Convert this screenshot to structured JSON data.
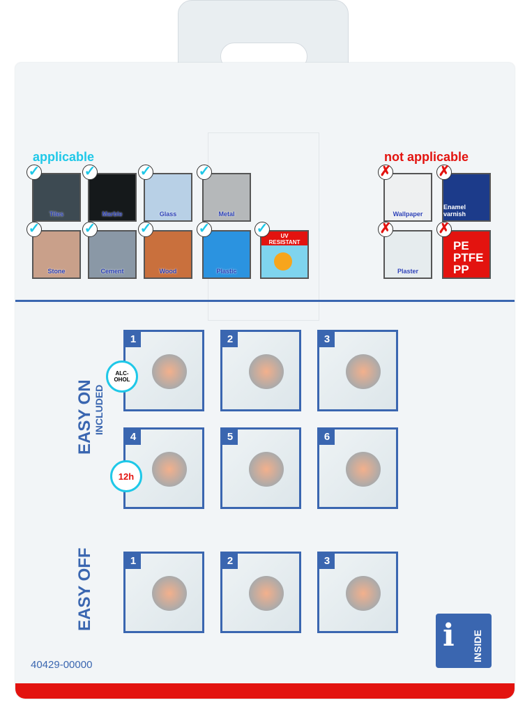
{
  "applicable": {
    "title": "applicable",
    "items": [
      {
        "label": "Tiles",
        "color": "#3d4a52"
      },
      {
        "label": "Marble",
        "color": "#15191b"
      },
      {
        "label": "Glass",
        "color": "#b8d0e6"
      },
      {
        "label": "Metal",
        "color": "#b5b8ba"
      },
      {
        "label": "Stone",
        "color": "#c9a08a"
      },
      {
        "label": "Cement",
        "color": "#8a98a6"
      },
      {
        "label": "Wood",
        "color": "#c9703d"
      },
      {
        "label": "Plastic",
        "color": "#2b93e0"
      }
    ],
    "uv": {
      "line1": "UV",
      "line2": "RESISTANT"
    }
  },
  "not_applicable": {
    "title": "not applicable",
    "items": [
      {
        "label": "Wallpaper",
        "color": "#eef0f1"
      },
      {
        "label": "Enamel varnish",
        "color": "#1c3b8a"
      },
      {
        "label": "Plaster",
        "color": "#e6ecee"
      }
    ],
    "plastics": [
      "PE",
      "PTFE",
      "PP"
    ]
  },
  "easy_on": {
    "title": "EASY ON",
    "subtitle": "INCLUDED",
    "steps": [
      "1",
      "2",
      "3",
      "4",
      "5",
      "6"
    ],
    "alcohol": "ALC-OHOL",
    "time": "12h"
  },
  "easy_off": {
    "title": "EASY OFF",
    "steps": [
      "1",
      "2",
      "3"
    ]
  },
  "article_code": "40429-00000",
  "inside_label": "INSIDE"
}
